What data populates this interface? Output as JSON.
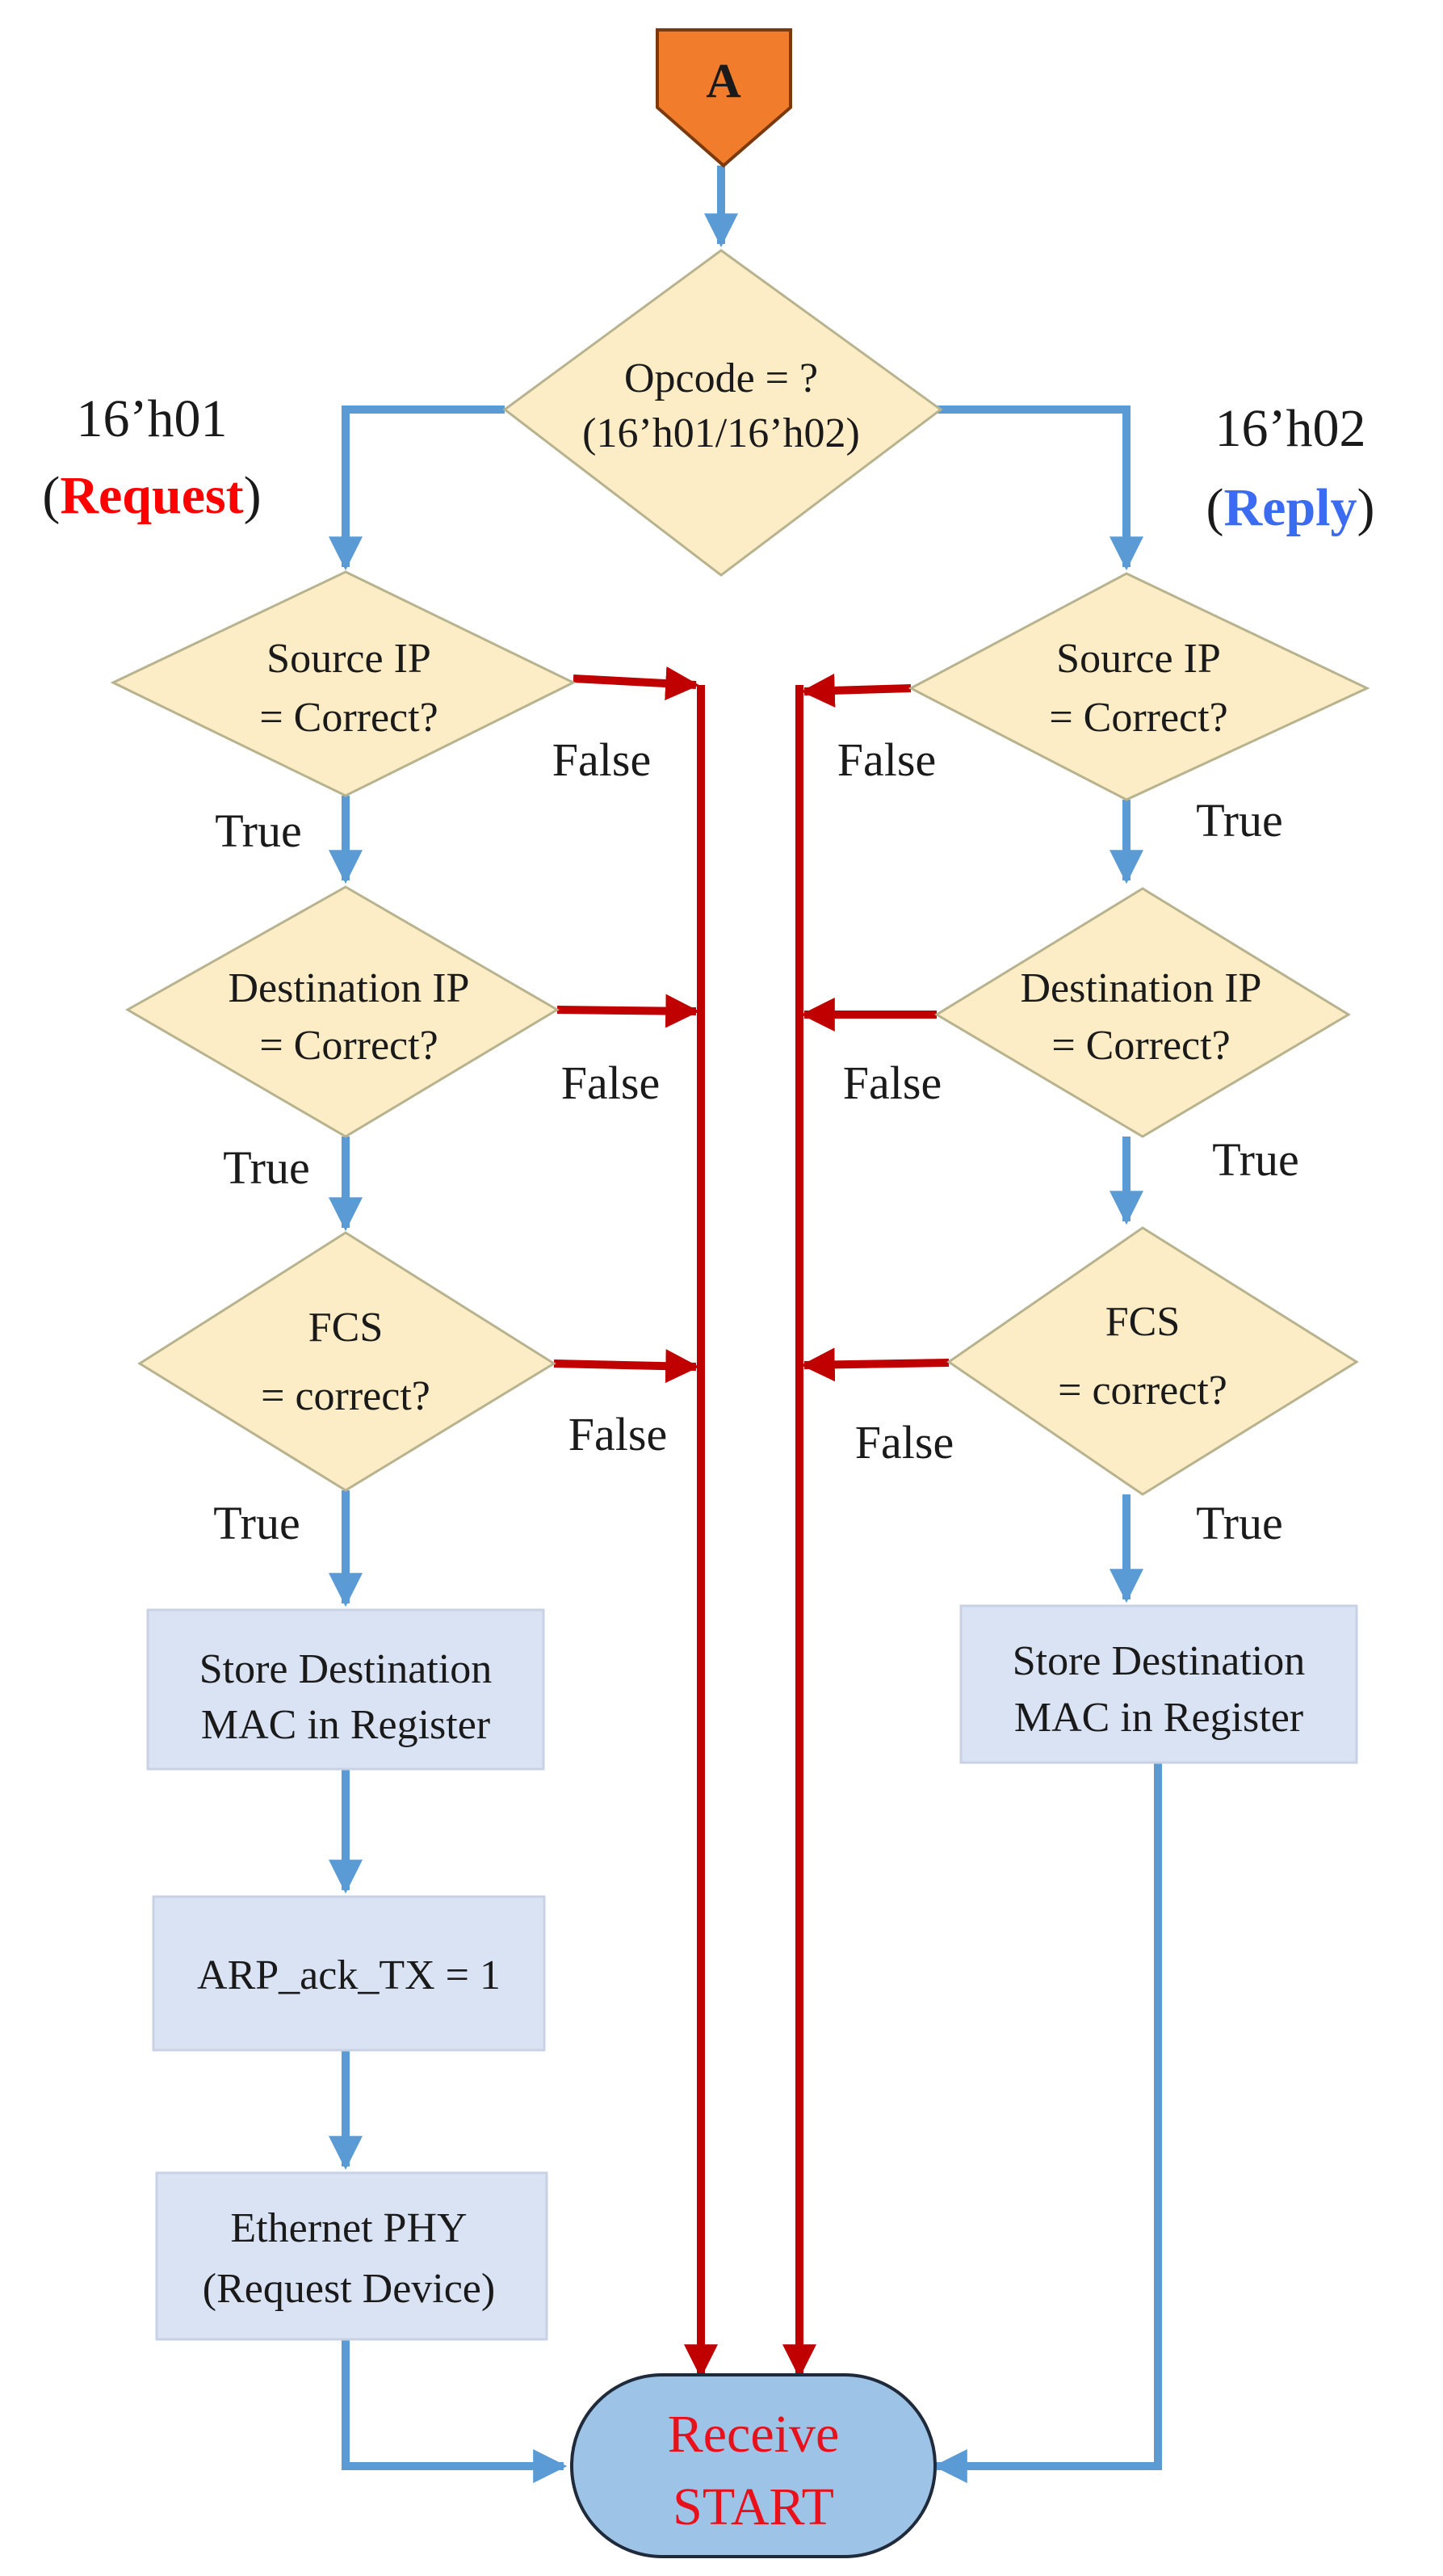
{
  "connector": {
    "label": "A"
  },
  "opcode": {
    "line1": "Opcode = ?",
    "line2": "(16’h01/16’h02)"
  },
  "left_branch": {
    "code": "16’h01",
    "paren_open": "(",
    "name": "Request",
    "paren_close": ")",
    "source_ip": {
      "line1": "Source IP",
      "line2": "= Correct?"
    },
    "dest_ip": {
      "line1": "Destination IP",
      "line2": "= Correct?"
    },
    "fcs": {
      "line1": "FCS",
      "line2": "= correct?"
    },
    "store_mac": {
      "line1": "Store Destination",
      "line2": "MAC in Register"
    },
    "arp_ack": {
      "line1": "ARP_ack_TX = 1"
    },
    "eth_phy": {
      "line1": "Ethernet PHY",
      "line2": "(Request Device)"
    },
    "true_labels": [
      "True",
      "True",
      "True"
    ],
    "false_labels": [
      "False",
      "False",
      "False"
    ]
  },
  "right_branch": {
    "code": "16’h02",
    "paren_open": "(",
    "name": "Reply",
    "paren_close": ")",
    "source_ip": {
      "line1": "Source IP",
      "line2": "= Correct?"
    },
    "dest_ip": {
      "line1": "Destination IP",
      "line2": "= Correct?"
    },
    "fcs": {
      "line1": "FCS",
      "line2": "= correct?"
    },
    "store_mac": {
      "line1": "Store Destination",
      "line2": "MAC in Register"
    },
    "true_labels": [
      "True",
      "True",
      "True"
    ],
    "false_labels": [
      "False",
      "False",
      "False"
    ]
  },
  "terminal": {
    "line1": "Receive",
    "line2": "START"
  },
  "colors": {
    "flow": "#5b9bd5",
    "reject": "#c00000",
    "decision_fill": "#fdedc6",
    "process_fill": "#dae3f3",
    "terminal_fill": "#9dc3e6",
    "connector_fill": "#f07c2c",
    "request": "#ff0000",
    "reply": "#3b6bf0"
  }
}
